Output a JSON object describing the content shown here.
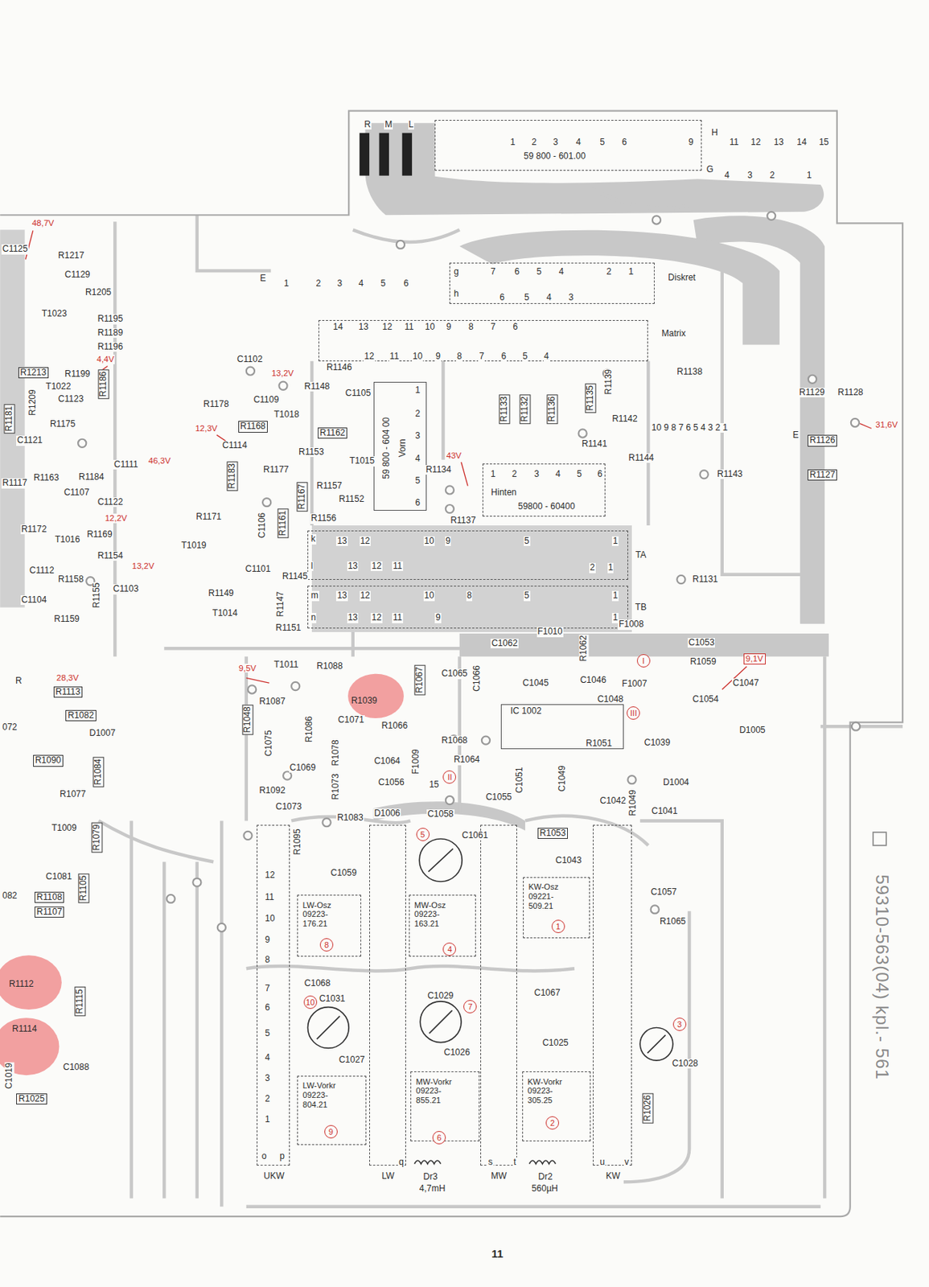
{
  "diagram": {
    "nodes": [
      {
        "text": [
          "59 800 - 601.00"
        ]
      },
      {
        "text": [
          "Diskret"
        ]
      },
      {
        "text": [
          "Matrix"
        ]
      },
      {
        "text": [
          "59 800 - 604 00",
          "Vorn"
        ]
      },
      {
        "text": [
          "Hinten",
          "59800 - 60400"
        ]
      },
      {
        "text": [
          "TA"
        ]
      },
      {
        "text": [
          "TB"
        ]
      },
      {
        "text": [
          "IC 1002"
        ]
      },
      {
        "text": [
          "LW-Osz 09223- 176.21"
        ]
      },
      {
        "text": [
          "MW-Osz 09223- 163.21"
        ]
      },
      {
        "text": [
          "KW-Osz 09221- 509.21"
        ]
      },
      {
        "text": [
          "LW-Vorkr 09223- 804.21"
        ]
      },
      {
        "text": [
          "MW-Vorkr 09223- 855.21"
        ]
      },
      {
        "text": [
          "KW-Vorkr 09223- 305.25"
        ]
      },
      {
        "text": [
          "UKW"
        ]
      },
      {
        "text": [
          "LW"
        ]
      },
      {
        "text": [
          "MW"
        ]
      },
      {
        "text": [
          "KW"
        ]
      }
    ],
    "labels": [
      "R",
      "M",
      "L",
      "1",
      "2",
      "3",
      "4",
      "5",
      "6",
      "9",
      "H",
      "11",
      "12",
      "13",
      "14",
      "15",
      "G",
      "4",
      "3",
      "2",
      "1",
      "E",
      "1",
      "2",
      "3",
      "4",
      "5",
      "6",
      "g",
      "7",
      "6",
      "5",
      "4",
      "2",
      "1",
      "h",
      "6",
      "5",
      "4",
      "3",
      "14",
      "13",
      "12",
      "11",
      "10",
      "9",
      "8",
      "7",
      "6",
      "12",
      "11",
      "10",
      "9",
      "8",
      "7",
      "6",
      "5",
      "4",
      "1",
      "2",
      "3",
      "4",
      "5",
      "6",
      "1",
      "2",
      "3",
      "4",
      "5",
      "6",
      "R1133",
      "R1132",
      "R1136",
      "R1135",
      "R1139",
      "R1142",
      "R1141",
      "R1144",
      "R1138",
      "R1129",
      "R1128",
      "31,6V",
      "R1126",
      "R1127",
      "R1143",
      "R1131",
      "10 9 8 7 6 5 4 3 2 1",
      "E",
      "43V",
      "R1134",
      "R1137",
      "k",
      "13",
      "12",
      "10",
      "9",
      "5",
      "1",
      "l",
      "13",
      "12",
      "11",
      "2",
      "1",
      "m",
      "13",
      "12",
      "10",
      "8",
      "5",
      "1",
      "n",
      "13",
      "12",
      "11",
      "9",
      "1",
      "48,7V",
      "C1125",
      "R1217",
      "C1129",
      "R1205",
      "T1023",
      "R1195",
      "R1189",
      "R1196",
      "4,4V",
      "R1213",
      "T1022",
      "R1199",
      "R1186",
      "R1209",
      "C1123",
      "R1181",
      "R1175",
      "12,3V",
      "C1121",
      "C1111",
      "46,3V",
      "R1184",
      "R1163",
      "C1107",
      "C1122",
      "12,2V",
      "R1172",
      "R1169",
      "T1016",
      "R1154",
      "C1112",
      "13,2V",
      "R1158",
      "C1103",
      "C1104",
      "R1159",
      "R1155",
      "R1117",
      "C1102",
      "R1146",
      "R1148",
      "C1109",
      "C1105",
      "R1178",
      "R1168",
      "T1018",
      "R1162",
      "13,2V",
      "C1114",
      "R1153",
      "T1015",
      "R1183",
      "R1177",
      "R1167",
      "R1157",
      "R1152",
      "R1156",
      "R1171",
      "C1106",
      "R1161",
      "T1019",
      "C1101",
      "R1145",
      "R1149",
      "R1147",
      "T1014",
      "R1151",
      "9,5V",
      "T1011",
      "R1088",
      "R1039",
      "R1087",
      "R1067",
      "C1065",
      "C1066",
      "R1086",
      "C1071",
      "C1075",
      "R1048",
      "R1078",
      "C1069",
      "R1066",
      "R1068",
      "R1064",
      "C1064",
      "F1009",
      "C1056",
      "D1006",
      "R1092",
      "R1073",
      "C1073",
      "R1083",
      "15",
      "C1062",
      "F1010",
      "R1062",
      "F1008",
      "C1053",
      "R1059",
      "9,1V",
      "C1045",
      "C1046",
      "F1007",
      "C1047",
      "C1054",
      "C1048",
      "R1051",
      "C1039",
      "D1005",
      "D1004",
      "C1051",
      "C1049",
      "C1055",
      "C1042",
      "C1041",
      "R1049",
      "C1058",
      "C1061",
      "R1053",
      "C1043",
      "C1059",
      "R1095",
      "C1057",
      "R1065",
      "C1067",
      "C1068",
      "C1031",
      "C1029",
      "C1026",
      "C1027",
      "C1025",
      "C1028",
      "R1026",
      "Dr3",
      "4,7mH",
      "Dr2",
      "560µH",
      "R",
      "28,3V",
      "R1113",
      "R1082",
      "072",
      "D1007",
      "R1090",
      "R1084",
      "R1077",
      "T1009",
      "R1079",
      "C1081",
      "082",
      "R1108",
      "R1107",
      "R1105",
      "R1112",
      "R1114",
      "R1115",
      "C1088",
      "C1019",
      "R1025",
      "5",
      "4",
      "1",
      "8",
      "10",
      "7",
      "3",
      "9",
      "6",
      "2",
      "I",
      "II",
      "III",
      "12",
      "11",
      "10",
      "9",
      "8",
      "7",
      "6",
      "5",
      "4",
      "3",
      "2",
      "1",
      "o",
      "p",
      "q",
      "s",
      "t",
      "u",
      "v",
      "11",
      "59310-563(04) kpl.- 561"
    ]
  }
}
